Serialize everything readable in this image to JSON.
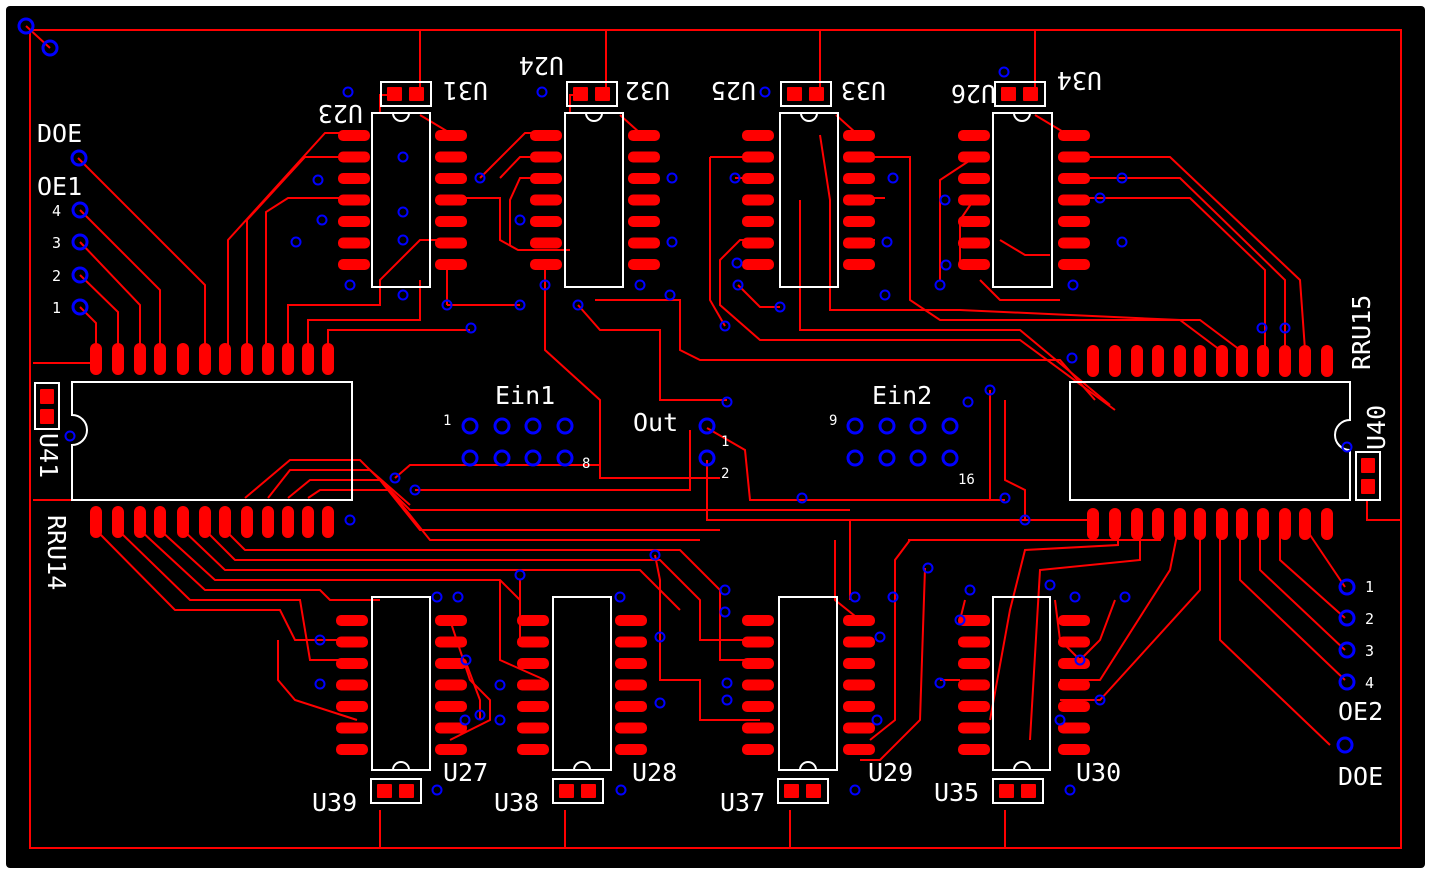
{
  "colors": {
    "board": "#000000",
    "frame": "#ffffff",
    "trace": "#ff0000",
    "via": "#0000ff",
    "silk": "#ffffff"
  },
  "left_connector": {
    "doe": "DOE",
    "oe": "OE1",
    "pins": [
      "4",
      "3",
      "2",
      "1"
    ]
  },
  "right_connector": {
    "pins": [
      "1",
      "2",
      "3",
      "4"
    ],
    "oe": "OE2",
    "doe": "DOE"
  },
  "headers": {
    "ein1": "Ein1",
    "ein1_first": "1",
    "ein1_last": "8",
    "out": "Out",
    "out_pin1": "1",
    "out_pin2": "2",
    "ein2": "Ein2",
    "ein2_first": "9",
    "ein2_last": "16"
  },
  "large_chips": {
    "rru14": "RRU14",
    "rru15": "RRU15",
    "u41": "U41",
    "u40": "U40"
  },
  "top_chips": {
    "u23": "U23",
    "u31": "U31",
    "u24": "U24",
    "u32": "U32",
    "u25": "U25",
    "u33": "U33",
    "u26": "U26",
    "u34": "U34"
  },
  "bottom_chips": {
    "u39": "U39",
    "u27": "U27",
    "u38": "U38",
    "u28": "U28",
    "u37": "U37",
    "u29": "U29",
    "u35": "U35",
    "u30": "U30"
  }
}
